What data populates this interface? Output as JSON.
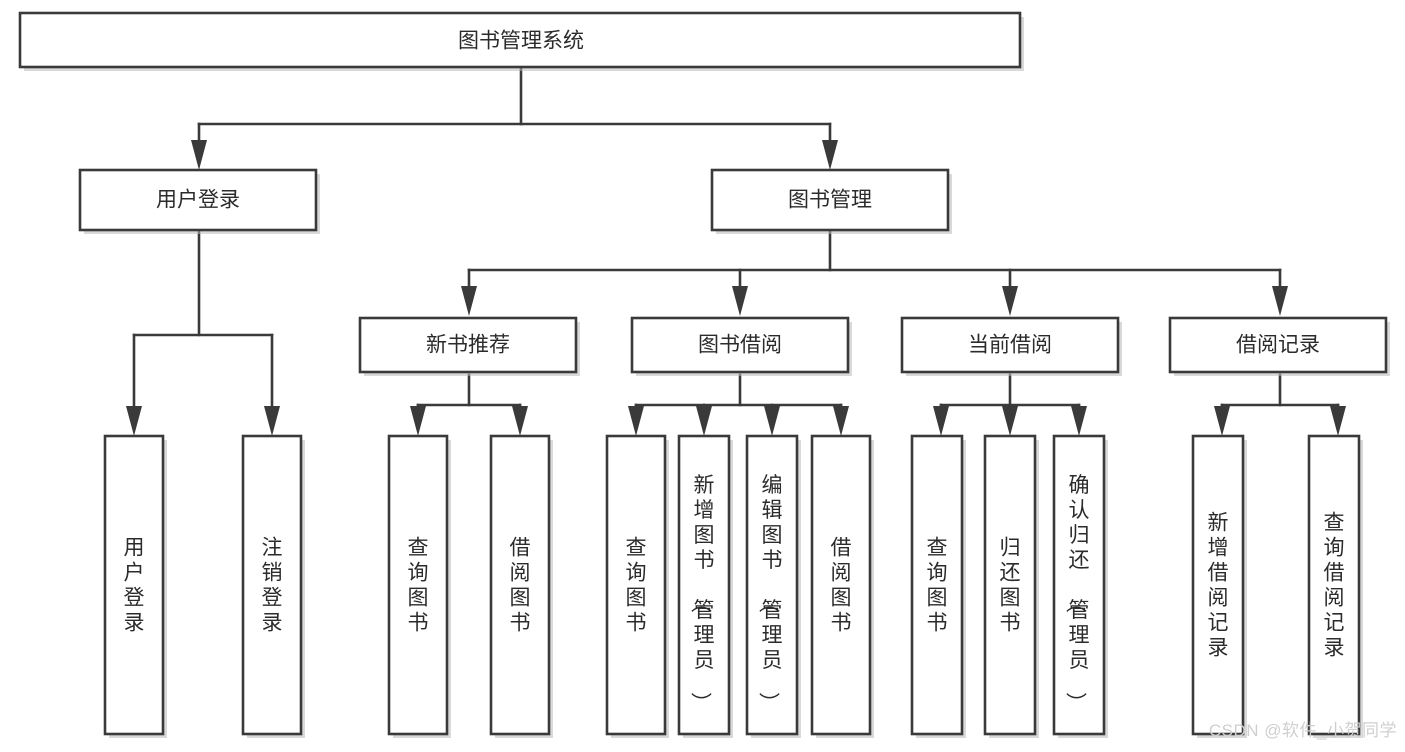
{
  "diagram": {
    "title": "图书管理系统",
    "type": "tree-hierarchy-diagram",
    "colors": {
      "stroke": "#3a3a3a",
      "fill": "#ffffff",
      "text": "#2b2b2b",
      "background": "#ffffff",
      "watermark": "#cfcfcf"
    },
    "root": {
      "label": "图书管理系统"
    },
    "level2": [
      {
        "label": "用户登录"
      },
      {
        "label": "图书管理"
      }
    ],
    "level3": [
      {
        "label": "新书推荐"
      },
      {
        "label": "图书借阅"
      },
      {
        "label": "当前借阅"
      },
      {
        "label": "借阅记录"
      }
    ],
    "leaves": {
      "user_login": [
        {
          "label": "用户登录"
        },
        {
          "label": "注销登录"
        }
      ],
      "new_book_recommend": [
        {
          "label": "查询图书"
        },
        {
          "label": "借阅图书"
        }
      ],
      "book_borrow": [
        {
          "label": "查询图书"
        },
        {
          "label": "新增图书（管理员）"
        },
        {
          "label": "编辑图书（管理员）"
        },
        {
          "label": "借阅图书"
        }
      ],
      "current_borrow": [
        {
          "label": "查询图书"
        },
        {
          "label": "归还图书"
        },
        {
          "label": "确认归还（管理员）"
        }
      ],
      "borrow_record": [
        {
          "label": "新增借阅记录"
        },
        {
          "label": "查询借阅记录"
        }
      ]
    }
  },
  "watermark": {
    "text": "CSDN @软件_小贺同学"
  }
}
